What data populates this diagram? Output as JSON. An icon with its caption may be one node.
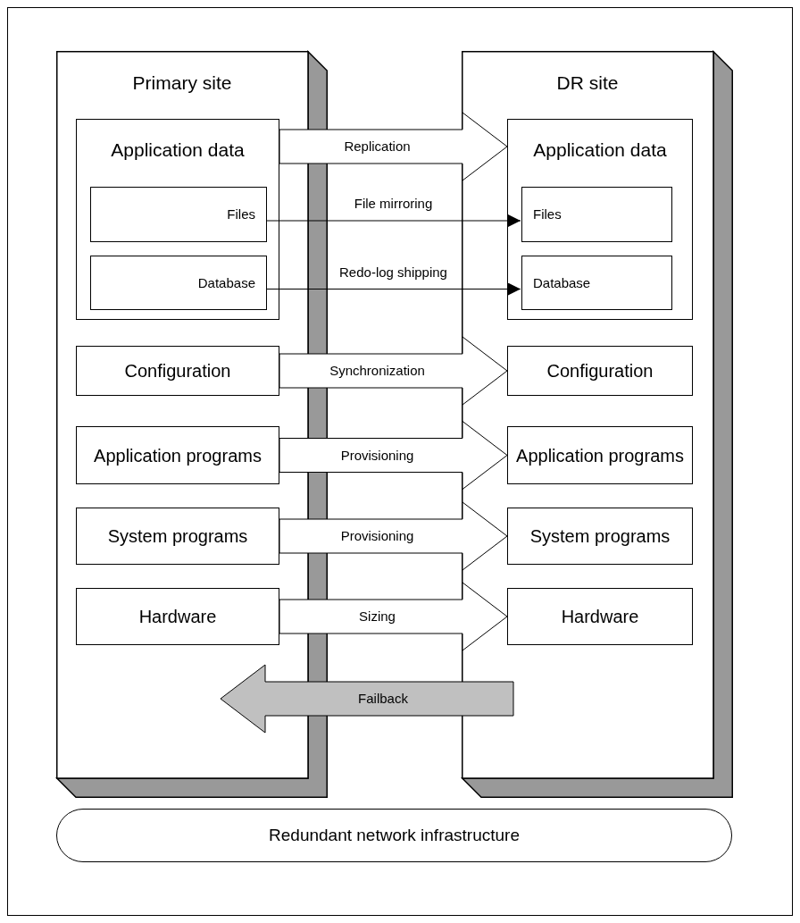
{
  "diagram": {
    "nodes": [
      {
        "text": [
          "Primary site"
        ]
      },
      {
        "text": [
          "Application data"
        ],
        "in": 0
      },
      {
        "text": [
          "Files"
        ],
        "in": 1
      },
      {
        "text": [
          "Database"
        ],
        "in": 1
      },
      {
        "text": [
          "Configuration"
        ],
        "in": 0
      },
      {
        "text": [
          "Application programs"
        ],
        "in": 0
      },
      {
        "text": [
          "System programs"
        ],
        "in": 0
      },
      {
        "text": [
          "Hardware"
        ],
        "in": 0
      },
      {
        "text": [
          "DR site"
        ]
      },
      {
        "text": [
          "Application data"
        ],
        "in": 8
      },
      {
        "text": [
          "Files"
        ],
        "in": 9
      },
      {
        "text": [
          "Database"
        ],
        "in": 9
      },
      {
        "text": [
          "Configuration"
        ],
        "in": 8
      },
      {
        "text": [
          "Application programs"
        ],
        "in": 8
      },
      {
        "text": [
          "System programs"
        ],
        "in": 8
      },
      {
        "text": [
          "Hardware"
        ],
        "in": 8
      },
      {
        "text": [
          "Redundant network infrastructure"
        ]
      }
    ],
    "edges": [
      {
        "from": 1,
        "to": 9,
        "arrow": "to",
        "label": "Replication",
        "style": "thick"
      },
      {
        "from": 2,
        "to": 10,
        "arrow": "to",
        "label": "File mirroring"
      },
      {
        "from": 3,
        "to": 11,
        "arrow": "to",
        "label": "Redo-log shipping"
      },
      {
        "from": 4,
        "to": 12,
        "arrow": "to",
        "label": "Synchronization",
        "style": "thick"
      },
      {
        "from": 5,
        "to": 13,
        "arrow": "to",
        "label": "Provisioning",
        "style": "thick"
      },
      {
        "from": 6,
        "to": 14,
        "arrow": "to",
        "label": "Provisioning",
        "style": "thick"
      },
      {
        "from": 7,
        "to": 15,
        "arrow": "to",
        "label": "Sizing",
        "style": "thick"
      },
      {
        "from": 8,
        "to": 0,
        "arrow": "to",
        "label": "Failback",
        "style": "thick",
        "color": "#c0c0c0"
      }
    ]
  }
}
